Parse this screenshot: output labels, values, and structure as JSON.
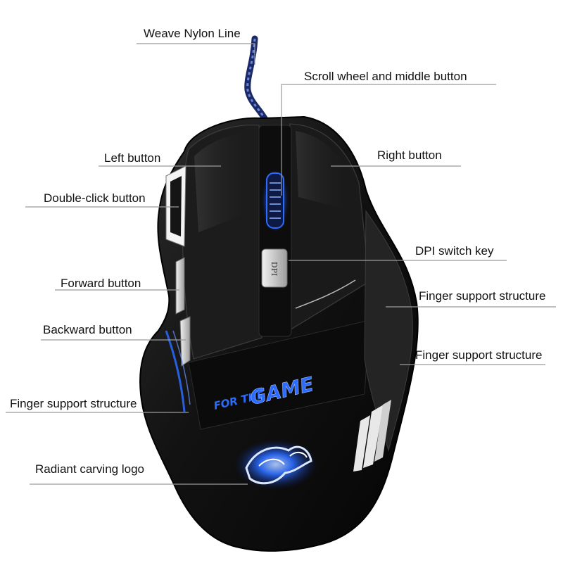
{
  "labels": {
    "weave_nylon_line": "Weave Nylon Line",
    "scroll_wheel": "Scroll wheel and middle button",
    "left_button": "Left button",
    "right_button": "Right button",
    "double_click_button": "Double-click button",
    "dpi_switch_key": "DPI switch key",
    "forward_button": "Forward button",
    "finger_support_right_upper": "Finger support structure",
    "backward_button": "Backward button",
    "finger_support_right_lower": "Finger support structure",
    "finger_support_left": "Finger support structure",
    "radiant_carving_logo": "Radiant carving logo"
  },
  "mouse": {
    "dpi_key_text": "DPI",
    "logo_line_1": "FOR THE",
    "logo_line_2": "GAME"
  },
  "colors": {
    "body": "#141414",
    "highlight": "#3a3a3a",
    "accent_blue": "#2b6cff",
    "leader_line": "#9a9a9a"
  }
}
